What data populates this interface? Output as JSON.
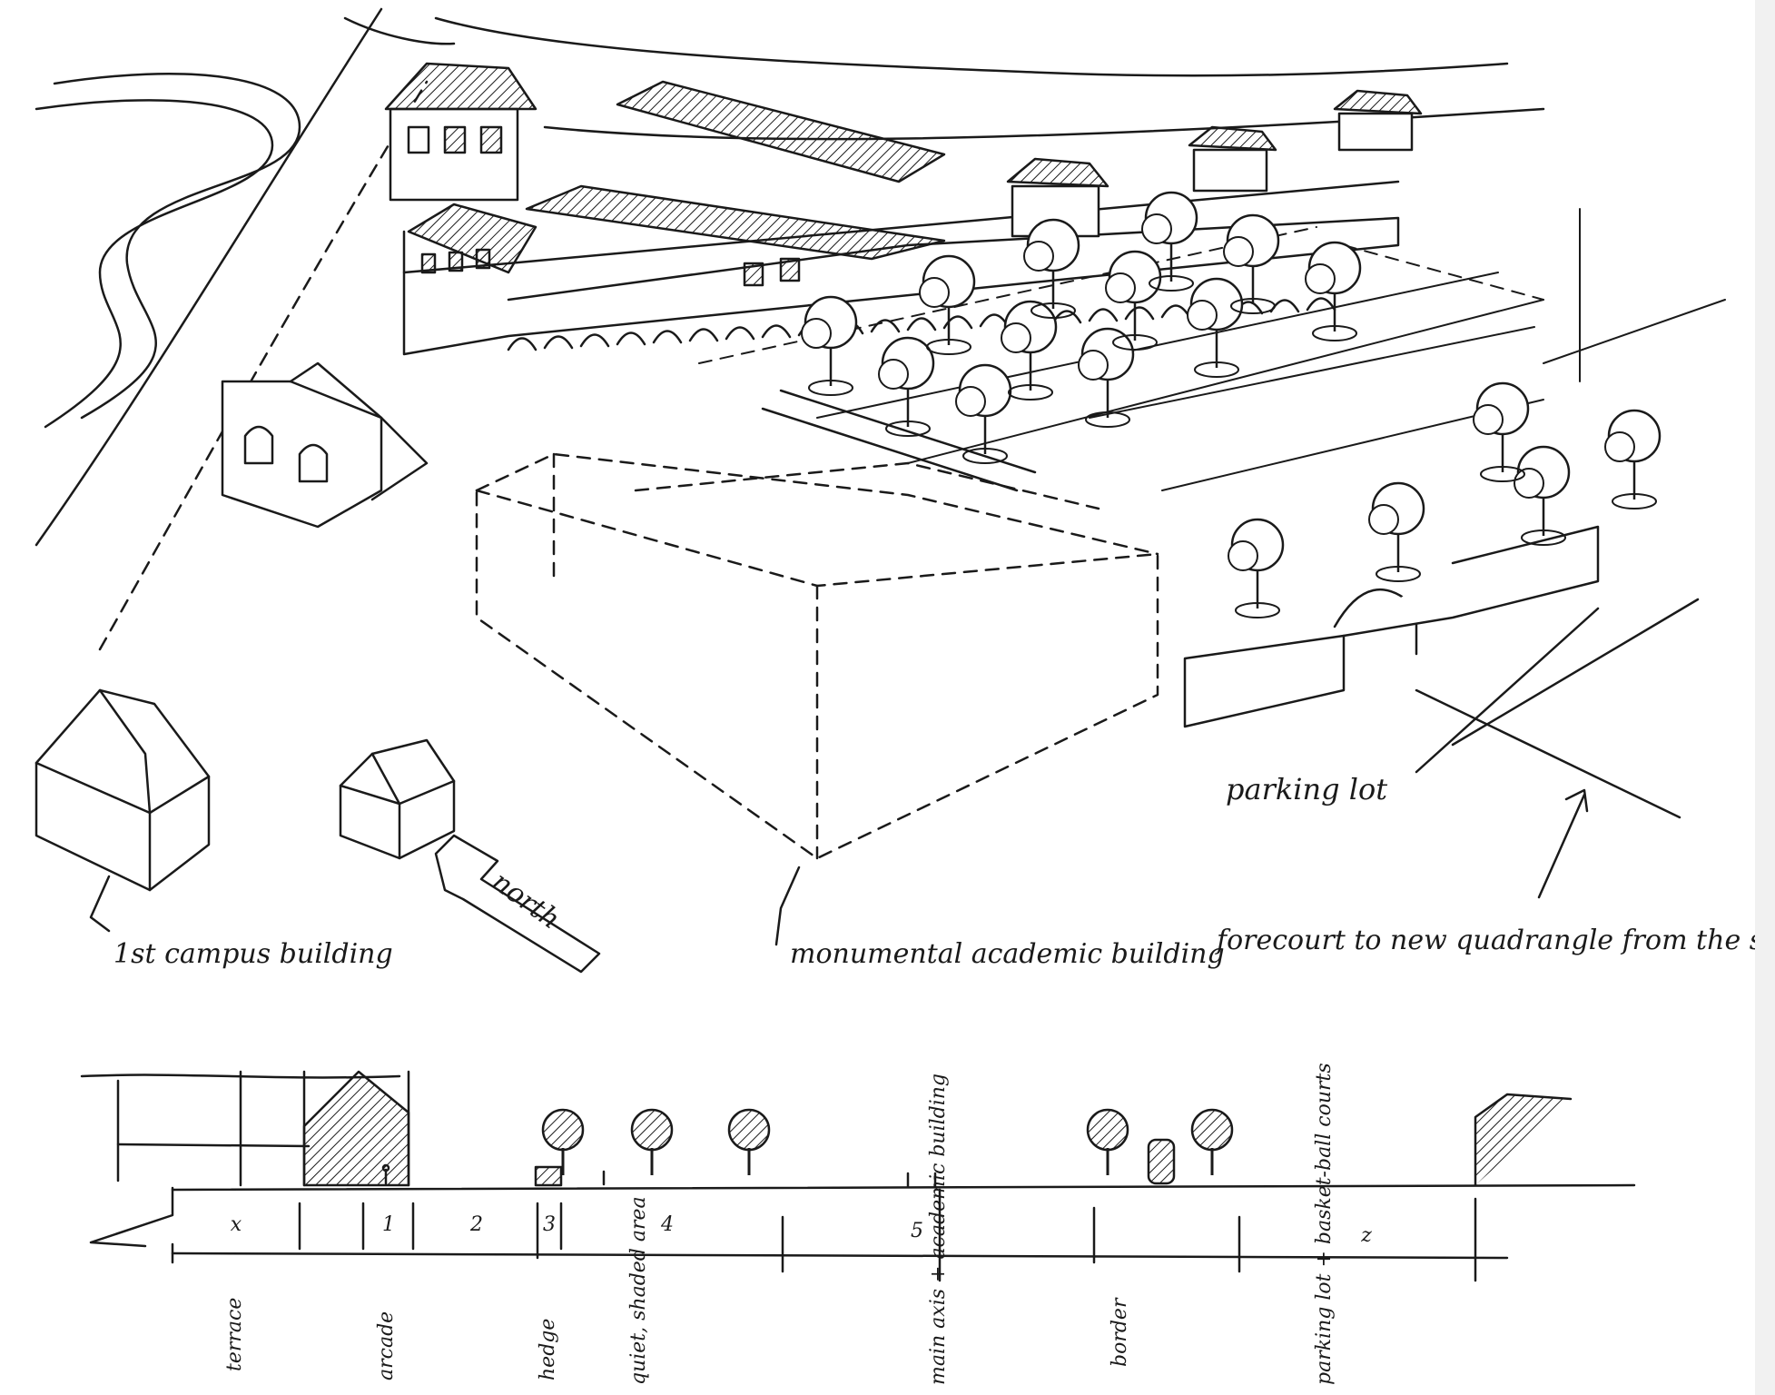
{
  "labels": {
    "first_campus": "1st campus building",
    "north": "north",
    "monumental": "monumental academic building",
    "parking_lot": "parking lot",
    "forecourt": "forecourt to new quadrangle from the south"
  },
  "section": {
    "zones": [
      "x",
      "1",
      "2",
      "3",
      "4",
      "5",
      "z"
    ],
    "captions": [
      "terrace",
      "arcade",
      "hedge",
      "quiet, shaded area",
      "main axis + academic building",
      "border",
      "parking lot + basket-ball courts"
    ]
  }
}
